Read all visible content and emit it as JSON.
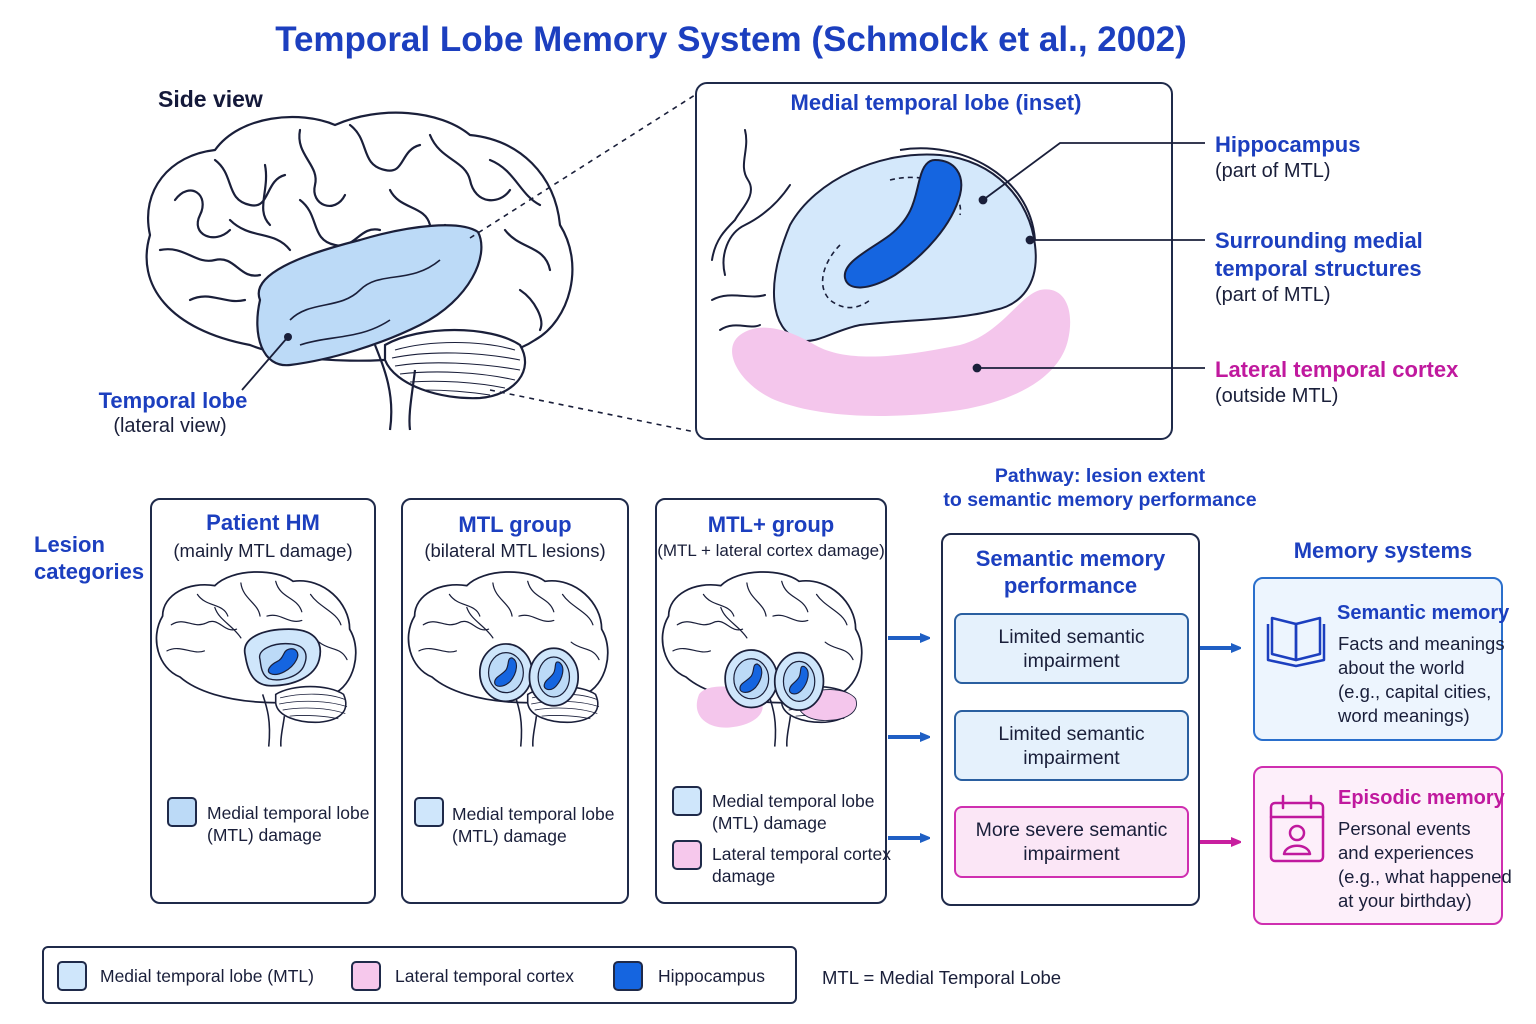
{
  "title": "Temporal Lobe Memory System (Schmolck et al., 2002)",
  "side_view": {
    "label": "Side view",
    "temporal_lobe_label": "Temporal lobe",
    "temporal_lobe_sub": "(lateral view)"
  },
  "inset": {
    "title": "Medial temporal lobe (inset)",
    "callouts": [
      {
        "heading_lines": [
          "Hippocampus"
        ],
        "sub": "(part of MTL)",
        "color": "#1c3fbf"
      },
      {
        "heading_lines": [
          "Surrounding medial",
          "temporal structures"
        ],
        "sub": "(part of MTL)",
        "color": "#1c3fbf"
      },
      {
        "heading_lines": [
          "Lateral temporal cortex"
        ],
        "sub": "(outside MTL)",
        "color": "#c0199e"
      }
    ]
  },
  "lesion_categories_label": [
    "Lesion",
    "categories"
  ],
  "panels": [
    {
      "title": "Patient HM",
      "subtitle": "(mainly MTL damage)",
      "legend": [
        {
          "swatch": "mtl-dark",
          "lines": [
            "Medial temporal lobe",
            "(MTL) damage"
          ]
        }
      ]
    },
    {
      "title": "MTL group",
      "subtitle": "(bilateral MTL lesions)",
      "legend": [
        {
          "swatch": "mtl",
          "lines": [
            "Medial temporal lobe",
            "(MTL) damage"
          ]
        }
      ]
    },
    {
      "title": "MTL+ group",
      "subtitle": "(MTL + lateral cortex damage)",
      "legend": [
        {
          "swatch": "mtl",
          "lines": [
            "Medial temporal lobe",
            "(MTL) damage"
          ]
        },
        {
          "swatch": "lateral",
          "lines": [
            "Lateral temporal cortex",
            "damage"
          ]
        }
      ]
    }
  ],
  "pathway": {
    "label_lines": [
      "Pathway: lesion extent",
      "to semantic memory performance"
    ],
    "box_title_lines": [
      "Semantic memory",
      "performance"
    ],
    "outcomes": [
      {
        "lines": [
          "Limited semantic",
          "impairment"
        ],
        "severity": "limited"
      },
      {
        "lines": [
          "Limited semantic",
          "impairment"
        ],
        "severity": "limited"
      },
      {
        "lines": [
          "More severe semantic",
          "impairment"
        ],
        "severity": "severe"
      }
    ]
  },
  "memory_systems": {
    "heading": "Memory systems",
    "items": [
      {
        "title": "Semantic memory",
        "desc_lines": [
          "Facts and meanings",
          "about the world",
          "(e.g., capital cities,",
          "word meanings)"
        ],
        "icon": "book-icon",
        "color": "#1c3fbf"
      },
      {
        "title": "Episodic memory",
        "desc_lines": [
          "Personal events",
          "and experiences",
          "(e.g., what happened",
          "at your birthday)"
        ],
        "icon": "calendar-person-icon",
        "color": "#c0199e"
      }
    ]
  },
  "legend": {
    "items": [
      {
        "label": "Medial temporal lobe (MTL)",
        "swatch": "mtl"
      },
      {
        "label": "Lateral temporal cortex",
        "swatch": "lateral"
      },
      {
        "label": "Hippocampus",
        "swatch": "hippocampus"
      }
    ],
    "note": "MTL = Medial Temporal Lobe"
  },
  "colors": {
    "accent_blue": "#1c3fbf",
    "accent_magenta": "#c0199e",
    "mtl_fill": "#cfe6fb",
    "lateral_fill": "#f6c8ec",
    "hippocampus_fill": "#1565e0",
    "arrow_blue": "#1f5fc4",
    "arrow_magenta": "#c81f9f"
  }
}
